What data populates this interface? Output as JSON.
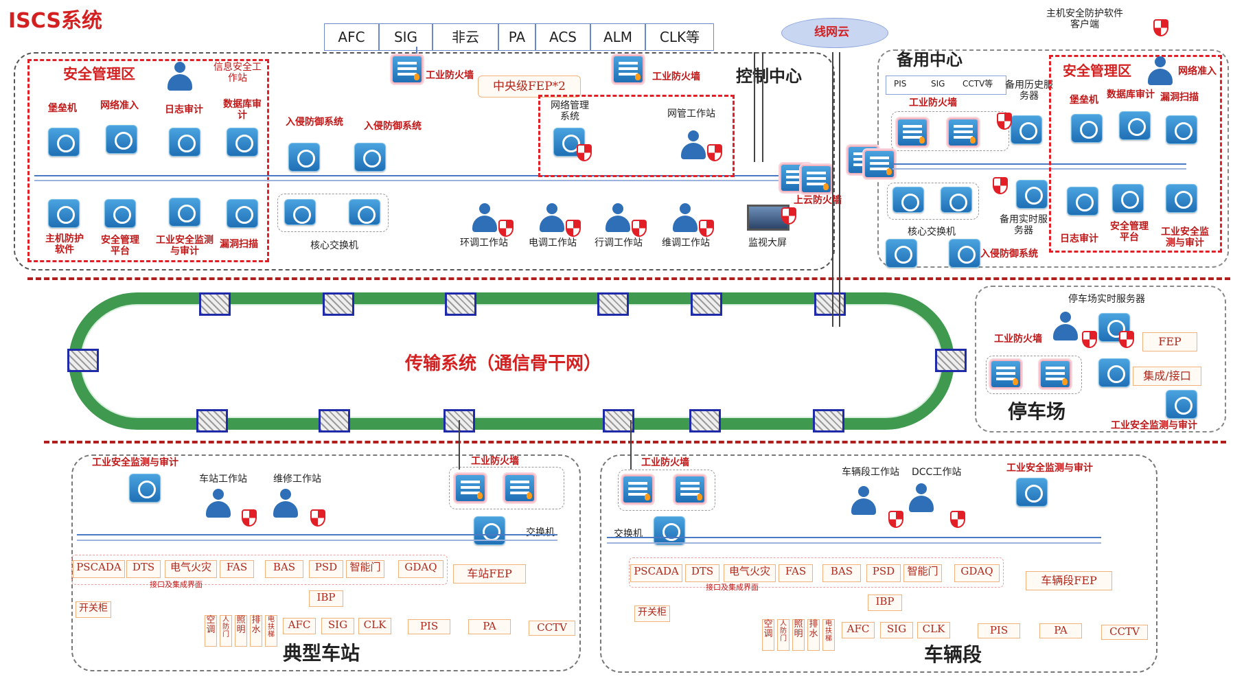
{
  "title": "ISCS系统",
  "host_client": "主机安全防护软件客户端",
  "top_systems": [
    "AFC",
    "SIG",
    "非云",
    "PA",
    "ACS",
    "ALM",
    "CLK等"
  ],
  "line_cloud": "线网云",
  "control": {
    "title": "控制中心",
    "security_zone": "安全管理区",
    "info_ws": "信息安全工作站",
    "fortress": "堡垒机",
    "nac": "网络准入",
    "log_audit": "日志审计",
    "db_audit": "数据库审计",
    "host_protect": "主机防护软件",
    "sec_platform": "安全管理平台",
    "ind_monitor": "工业安全监测与审计",
    "vuln_scan": "漏洞扫描",
    "ids1": "入侵防御系统",
    "ids2": "入侵防御系统",
    "core_switch": "核心交换机",
    "fw1": "工业防火墙",
    "fw2": "工业防火墙",
    "fep": "中央级FEP*2",
    "nms": "网络管理系统",
    "nms_ws": "网管工作站",
    "env_ws": "环调工作站",
    "power_ws": "电调工作站",
    "dispatch_ws": "行调工作站",
    "maint_ws": "维调工作站",
    "video_wall": "监视大屏",
    "cloud_fw": "上云防火墙"
  },
  "backup": {
    "title": "备用中心",
    "mini": [
      "PIS",
      "SIG",
      "CCTV等"
    ],
    "fw": "工业防火墙",
    "hist": "备用历史服务器",
    "rt": "备用实时服务器",
    "core": "核心交换机",
    "ids": "入侵防御系统",
    "security_zone": "安全管理区",
    "fortress": "堡垒机",
    "db_audit": "数据库审计",
    "vuln": "漏洞扫描",
    "nac": "网络准入",
    "log_audit": "日志审计",
    "platform": "安全管理平台",
    "monitor": "工业安全监测与审计"
  },
  "transport": "传输系统（通信骨干网）",
  "depot": {
    "title": "停车场",
    "rt_server": "停车场实时服务器",
    "fw": "工业防火墙",
    "fep": "FEP",
    "integration": "集成/接口",
    "monitor": "工业安全监测与审计"
  },
  "station": {
    "title": "典型车站",
    "monitor": "工业安全监测与审计",
    "station_ws": "车站工作站",
    "maint_ws": "维修工作站",
    "fw": "工业防火墙",
    "switch": "交换机",
    "subs": [
      "PSCADA",
      "DTS",
      "电气火灾",
      "FAS",
      "BAS",
      "PSD",
      "智能门",
      "GDAQ"
    ],
    "interface": "接口及集成界面",
    "fep": "车站FEP",
    "switchgear": "开关柜",
    "ibp": "IBP",
    "bas_subs": [
      "空调",
      "人防门",
      "照明",
      "排水",
      "电扶梯"
    ],
    "afc": [
      "AFC",
      "SIG",
      "CLK"
    ],
    "pa": [
      "PIS",
      "PA",
      "CCTV"
    ]
  },
  "vehicle": {
    "title": "车辆段",
    "fw": "工业防火墙",
    "switch": "交换机",
    "veh_ws": "车辆段工作站",
    "dcc_ws": "DCC工作站",
    "monitor": "工业安全监测与审计",
    "subs": [
      "PSCADA",
      "DTS",
      "电气火灾",
      "FAS",
      "BAS",
      "PSD",
      "智能门",
      "GDAQ"
    ],
    "interface": "接口及集成界面",
    "fep": "车辆段FEP",
    "switchgear": "开关柜",
    "ibp": "IBP",
    "bas_subs": [
      "空调",
      "人防门",
      "照明",
      "排水",
      "电扶梯"
    ],
    "afc": [
      "AFC",
      "SIG",
      "CLK"
    ],
    "pa": [
      "PIS",
      "PA",
      "CCTV"
    ]
  }
}
